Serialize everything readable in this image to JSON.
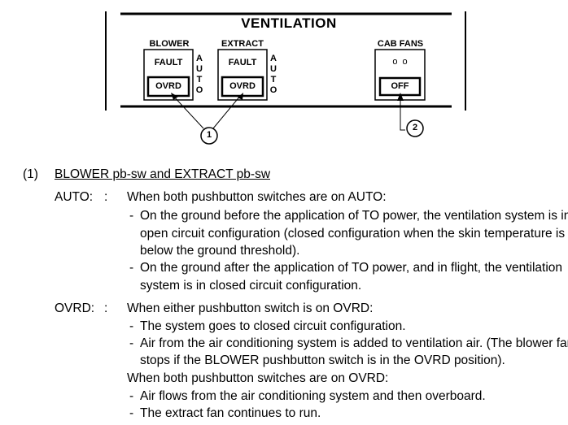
{
  "diagram": {
    "title": "VENTILATION",
    "blower": {
      "label": "BLOWER",
      "fault": "FAULT",
      "ovrd": "OVRD",
      "side": [
        "A",
        "U",
        "T",
        "O"
      ]
    },
    "extract": {
      "label": "EXTRACT",
      "fault": "FAULT",
      "ovrd": "OVRD",
      "side": [
        "A",
        "U",
        "T",
        "O"
      ]
    },
    "cab_fans": {
      "label": "CAB FANS",
      "indicator": "o  o",
      "off": "OFF"
    },
    "callouts": [
      "1",
      "2"
    ]
  },
  "doc": {
    "section_num": "(1)",
    "section_title": "BLOWER pb-sw and EXTRACT pb-sw",
    "auto": {
      "term": "AUTO:",
      "colon": ":",
      "intro": "When both pushbutton switches are on AUTO:",
      "b1_l1": "On the ground before the application of TO power, the ventilation system is in",
      "b1_l2": "open circuit configuration (closed configuration when the skin temperature is",
      "b1_l3": "below the ground threshold).",
      "b2_l1": "On the ground after the application of TO power, and in flight, the ventilation",
      "b2_l2": "system is in closed circuit configuration."
    },
    "ovrd": {
      "term": "OVRD:",
      "colon": ":",
      "intro": "When either pushbutton switch is on OVRD:",
      "b1_l1": "The system goes to closed circuit configuration.",
      "b2_l1": "Air from the air conditioning system is added to ventilation air. (The blower fan",
      "b2_l2": "stops if the BLOWER pushbutton switch is in the OVRD position).",
      "intro2": "When both pushbutton switches are on OVRD:",
      "b3_l1": "Air flows from the air conditioning system and then overboard.",
      "b4_l1": "The extract fan continues to run."
    },
    "dash": "-"
  }
}
